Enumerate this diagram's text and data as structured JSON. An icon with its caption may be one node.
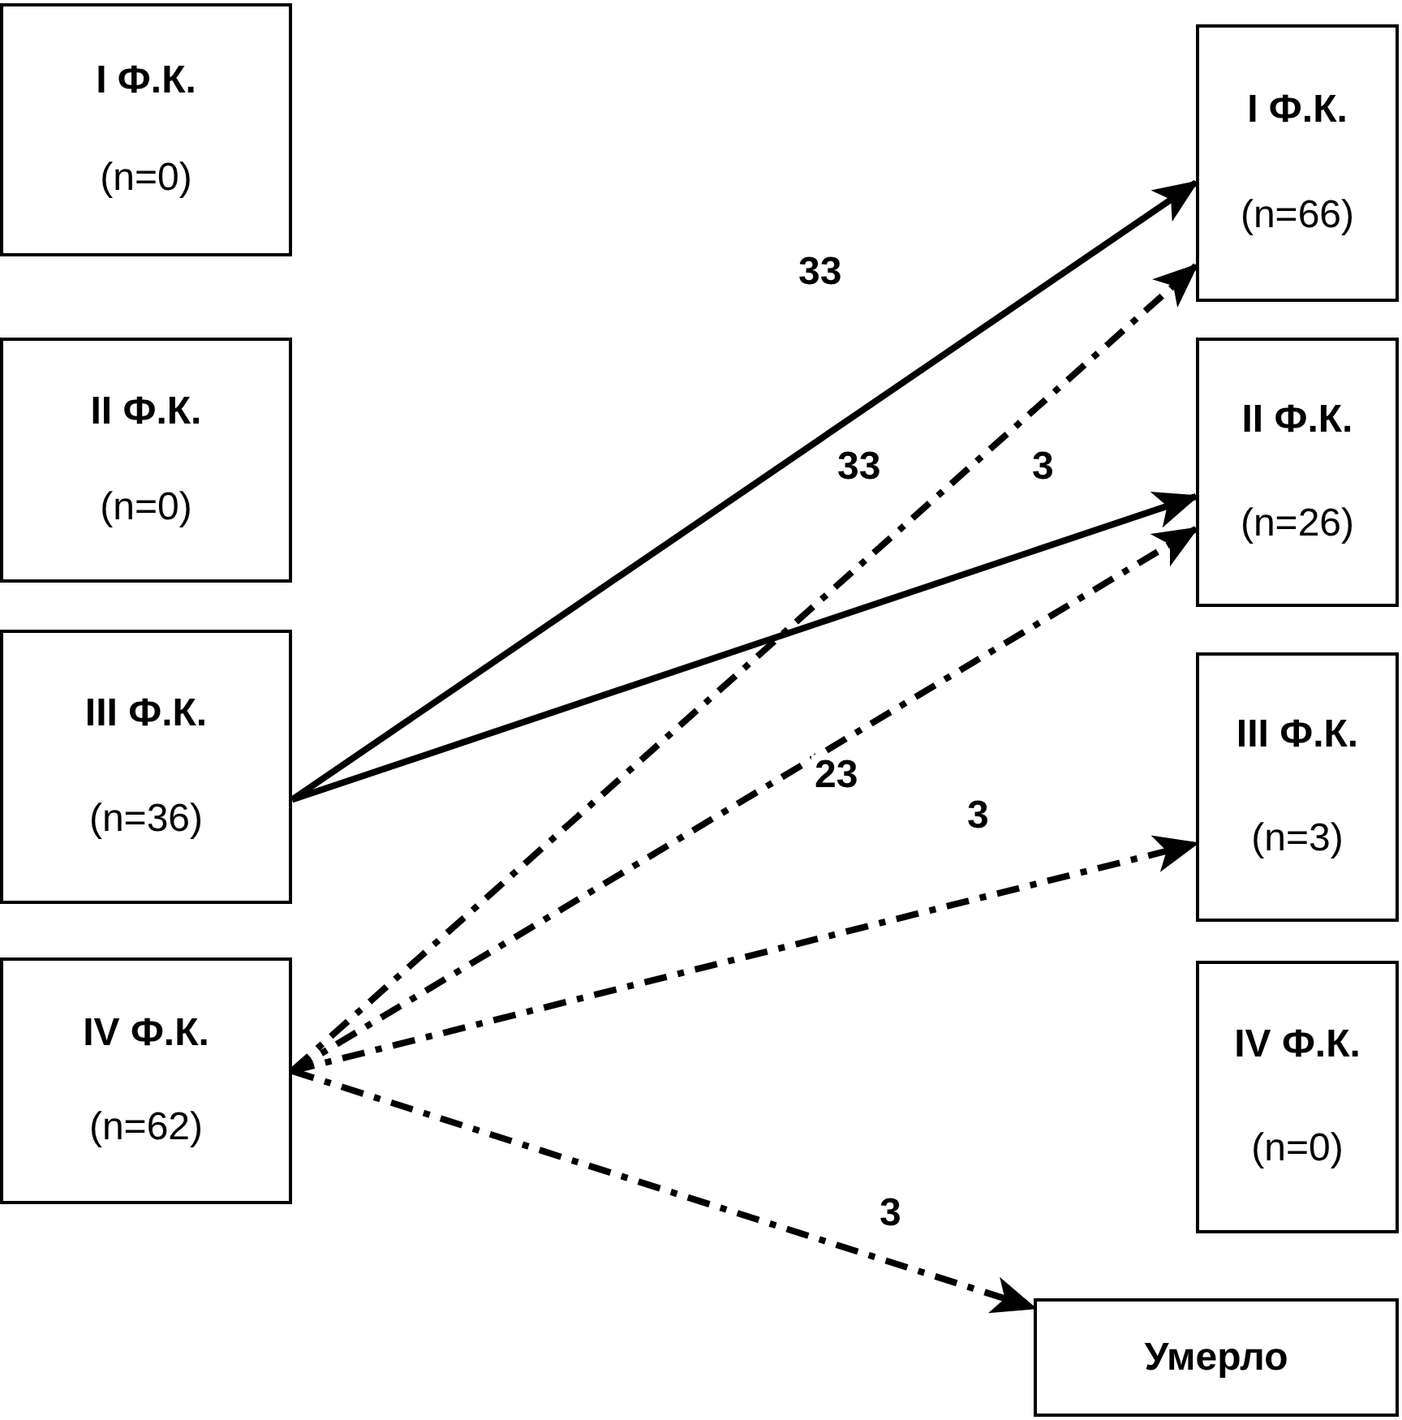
{
  "diagram": {
    "nodes": [
      {
        "text": [
          "I Ф.К.",
          "(n=0)"
        ]
      },
      {
        "text": [
          "II Ф.К.",
          "(n=0)"
        ]
      },
      {
        "text": [
          "III Ф.К.",
          "(n=36)"
        ]
      },
      {
        "text": [
          "IV Ф.К.",
          "(n=62)"
        ]
      },
      {
        "text": [
          "I Ф.К.",
          "(n=66)"
        ]
      },
      {
        "text": [
          "II Ф.К.",
          "(n=26)"
        ]
      },
      {
        "text": [
          "III Ф.К.",
          "(n=3)"
        ]
      },
      {
        "text": [
          "IV Ф.К.",
          "(n=0)"
        ]
      },
      {
        "text": [
          "Умерло"
        ]
      }
    ],
    "edges": [
      {
        "from": 2,
        "to": 4,
        "arrow": "to",
        "label": "33"
      },
      {
        "from": 2,
        "to": 5,
        "arrow": "to",
        "label": "3"
      },
      {
        "from": 3,
        "to": 4,
        "arrow": "to",
        "label": "33",
        "style": "dashed"
      },
      {
        "from": 3,
        "to": 5,
        "arrow": "to",
        "label": "23",
        "style": "dashed"
      },
      {
        "from": 3,
        "to": 6,
        "arrow": "to",
        "label": "3",
        "style": "dashed"
      },
      {
        "from": 3,
        "to": 8,
        "arrow": "to",
        "label": "3",
        "style": "dashed"
      }
    ]
  }
}
